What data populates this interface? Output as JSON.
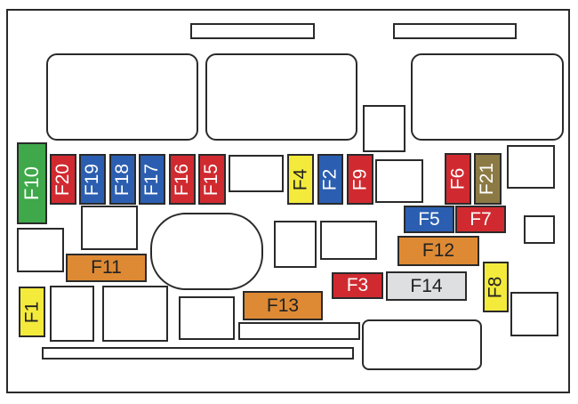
{
  "colors": {
    "red": "#d02a30",
    "blue": "#2b5eb0",
    "green": "#3fa84a",
    "yellow": "#f4ea3c",
    "orange": "#de8a34",
    "olive": "#8c7a45",
    "grey": "#dedfe0"
  },
  "fuses": [
    {
      "label": "F10",
      "color": "#3fa84a",
      "text": "#ffffff"
    },
    {
      "label": "F20",
      "color": "#d02a30",
      "text": "#ffffff"
    },
    {
      "label": "F19",
      "color": "#2b5eb0",
      "text": "#ffffff"
    },
    {
      "label": "F18",
      "color": "#2b5eb0",
      "text": "#ffffff"
    },
    {
      "label": "F17",
      "color": "#2b5eb0",
      "text": "#ffffff"
    },
    {
      "label": "F16",
      "color": "#d02a30",
      "text": "#ffffff"
    },
    {
      "label": "F15",
      "color": "#d02a30",
      "text": "#ffffff"
    },
    {
      "label": "F4",
      "color": "#f4ea3c",
      "text": "#222222"
    },
    {
      "label": "F2",
      "color": "#2b5eb0",
      "text": "#ffffff"
    },
    {
      "label": "F9",
      "color": "#d02a30",
      "text": "#ffffff"
    },
    {
      "label": "F6",
      "color": "#d02a30",
      "text": "#ffffff"
    },
    {
      "label": "F21",
      "color": "#8c7a45",
      "text": "#ffffff"
    },
    {
      "label": "F5",
      "color": "#2b5eb0",
      "text": "#ffffff"
    },
    {
      "label": "F7",
      "color": "#d02a30",
      "text": "#ffffff"
    },
    {
      "label": "F12",
      "color": "#de8a34",
      "text": "#222222"
    },
    {
      "label": "F11",
      "color": "#de8a34",
      "text": "#222222"
    },
    {
      "label": "F3",
      "color": "#d02a30",
      "text": "#ffffff"
    },
    {
      "label": "F14",
      "color": "#dedfe0",
      "text": "#222222"
    },
    {
      "label": "F8",
      "color": "#f4ea3c",
      "text": "#222222"
    },
    {
      "label": "F1",
      "color": "#f4ea3c",
      "text": "#222222"
    },
    {
      "label": "F13",
      "color": "#de8a34",
      "text": "#222222"
    }
  ]
}
